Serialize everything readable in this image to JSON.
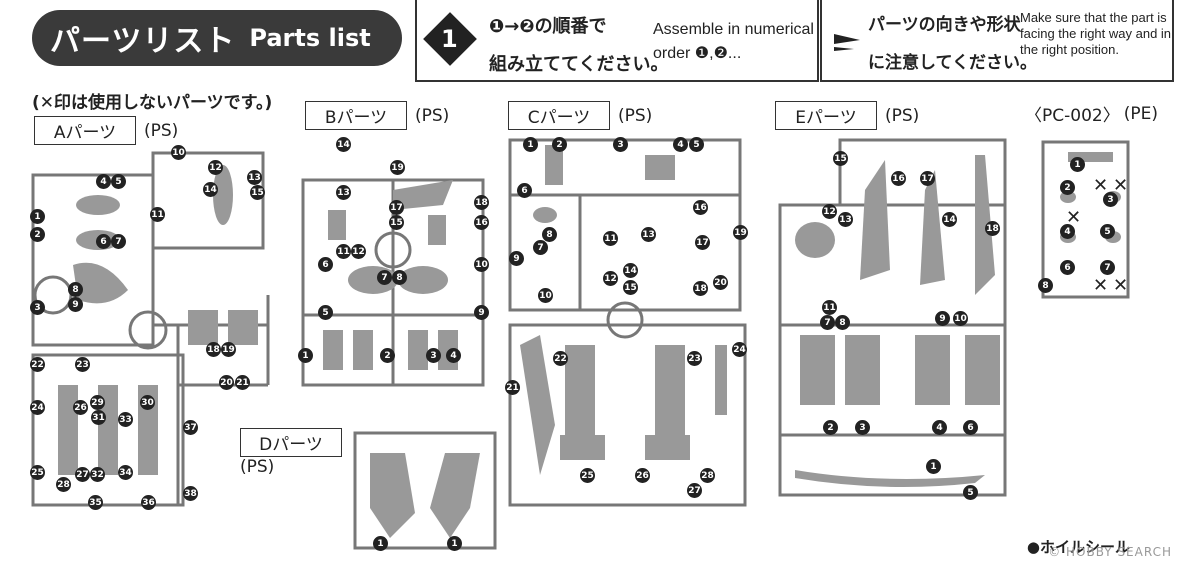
{
  "header": {
    "title_jp": "パーツリスト",
    "title_en": "Parts list"
  },
  "instruction1": {
    "step": "1",
    "jp_line1": "❶→❷の順番で",
    "jp_line2": "組み立ててください。",
    "en_line1": "Assemble in numerical",
    "en_line2": "order ❶,❷..."
  },
  "instruction2": {
    "jp_line1": "パーツの向きや形状",
    "jp_line2": "に注意してください。",
    "en_line1": "Make sure that the part is",
    "en_line2": "facing the right way and in",
    "en_line3": "the right position."
  },
  "note": "(✕印は使用しないパーツです。)",
  "parts": {
    "a": {
      "name": "Aパーツ",
      "material": "(PS)"
    },
    "b": {
      "name": "Bパーツ",
      "material": "(PS)"
    },
    "c": {
      "name": "Cパーツ",
      "material": "(PS)"
    },
    "d": {
      "name": "Dパーツ",
      "material": "(PS)"
    },
    "e": {
      "name": "Eパーツ",
      "material": "(PS)"
    },
    "pc": {
      "name": "〈PC-002〉",
      "material": "(PE)"
    }
  },
  "footer": {
    "foil": "●ホイルシール",
    "watermark": "© HOBBY SEARCH"
  }
}
